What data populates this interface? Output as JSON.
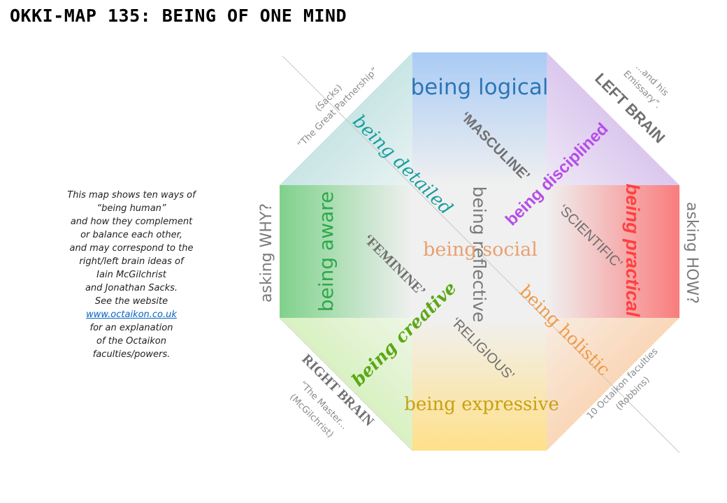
{
  "title": "OKKI-MAP 135: BEING OF ONE MIND",
  "description": {
    "lines": [
      "This map shows ten ways of",
      "“being human”",
      "and how they complement",
      "or balance each other,",
      "and may correspond to the",
      "right/left brain ideas of",
      "Iain McGilchrist",
      "and Jonathan Sacks.",
      "See the website"
    ],
    "link": "www.octaikon.co.uk",
    "after_lines": [
      "for an explanation",
      "of the Octaikon",
      "faculties/powers."
    ]
  },
  "ways": {
    "logical": "being logical",
    "detailed": "being detailed",
    "disciplined": "being disciplined",
    "aware": "being aware",
    "reflective": "being reflective",
    "social": "being social",
    "practical": "being practical",
    "creative": "being creative",
    "holistic": "being holistic",
    "expressive": "being expressive"
  },
  "axes": {
    "masculine": "‘MASCULINE’",
    "scientific": "‘SCIENTIFIC’",
    "feminine": "‘FEMININE’",
    "religious": "‘RELIGIOUS’"
  },
  "sides": {
    "left": "asking WHY?",
    "right": "asking HOW?"
  },
  "corners": {
    "left_brain": "LEFT BRAIN",
    "left_brain_note": [
      "...and his",
      "Emissary”."
    ],
    "sacks": [
      "(Sacks)",
      "“The Great Partnership”"
    ],
    "right_brain": "RIGHT BRAIN",
    "right_brain_note": [
      "“The Master...",
      "(McGilchrist)"
    ],
    "octaikon": [
      "10 Octaikon faculties",
      "(Robbins)"
    ]
  },
  "colors": {
    "logical": "#2e75b6",
    "detailed": "#1a9e9e",
    "disciplined": "#b54ee8",
    "aware": "#2ea84a",
    "reflective": "#7a7a7a",
    "social": "#e8a070",
    "practical": "#ff4040",
    "creative": "#5aa814",
    "holistic": "#f09a4a",
    "expressive": "#c8a010",
    "axis_text": "#707070"
  }
}
